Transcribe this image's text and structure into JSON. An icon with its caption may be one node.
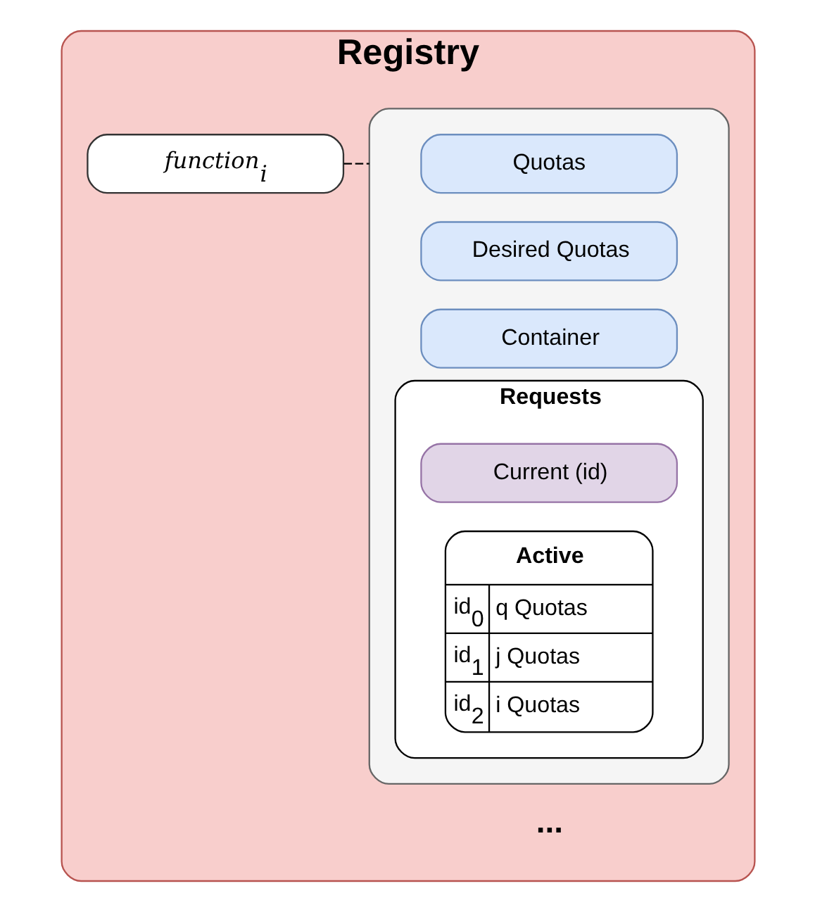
{
  "diagram": {
    "nodes": [
      {
        "text": [
          "Registry"
        ]
      },
      {
        "text": [
          "function$_{i}$"
        ],
        "in": 0
      },
      {
        "text": [],
        "shape": "box",
        "in": 0
      },
      {
        "text": [
          "Quotas"
        ],
        "in": 2
      },
      {
        "text": [
          "Desired Quotas"
        ],
        "in": 2
      },
      {
        "text": [
          "Container"
        ],
        "in": 2
      },
      {
        "text": [
          "Requests"
        ],
        "in": 2
      },
      {
        "text": [
          "Current (id)"
        ],
        "in": 6
      },
      {
        "text": [
          "Active",
          "id$_{0}$",
          "q Quotas",
          "id$_{1}$",
          "j Quotas",
          "id$_{2}$",
          "i Quotas"
        ],
        "in": 6
      }
    ],
    "edges": [
      {
        "from": 1,
        "to": 2,
        "arrow": "none",
        "style": "dashed"
      }
    ],
    "labels": [
      "..."
    ]
  }
}
